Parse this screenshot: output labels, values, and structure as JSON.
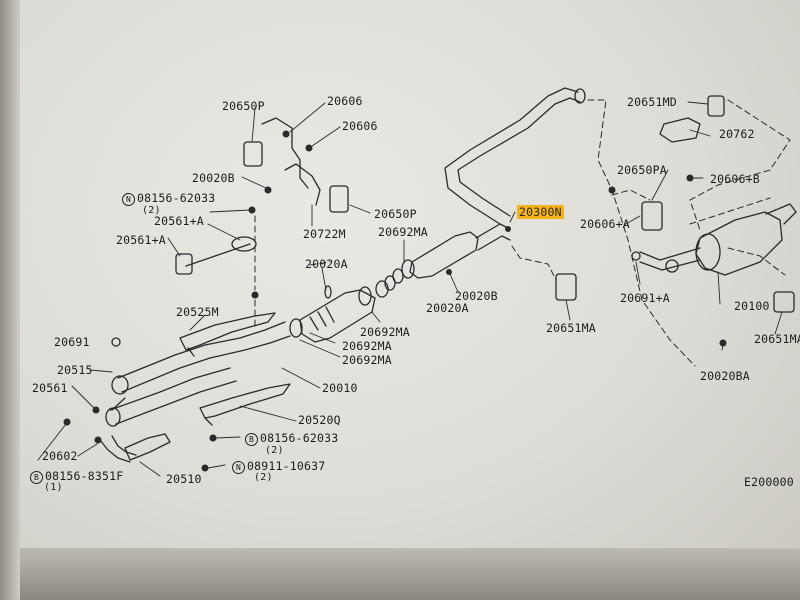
{
  "diagram_code": "E200000",
  "highlight_color": "#f5b21a",
  "labels": {
    "p20650P_top": "20650P",
    "p20606_a": "20606",
    "p20606_b": "20606",
    "p20020B_left": "20020B",
    "p08156_62033_a": "08156-62033",
    "p08156_62033_a_qty": "(2)",
    "p20561A_a": "20561+A",
    "p20561A_b": "20561+A",
    "p20722M": "20722M",
    "p20650P_mid": "20650P",
    "p20692MA_a": "20692MA",
    "p20300N": "20300N",
    "p20651MD": "20651MD",
    "p20762": "20762",
    "p20650PA": "20650PA",
    "p20606B": "20606+B",
    "p20606A": "20606+A",
    "p20020A_a": "20020A",
    "p20020B_mid": "20020B",
    "p20020A_b": "20020A",
    "p20651MA_a": "20651MA",
    "p20525M": "20525M",
    "p20692MA_b": "20692MA",
    "p20692MA_c": "20692MA",
    "p20692MA_d": "20692MA",
    "p20691A": "20691+A",
    "p20100": "20100",
    "p20651MA_b": "20651MA",
    "p20691": "20691",
    "p20515": "20515",
    "p20561": "20561",
    "p20010": "20010",
    "p20520Q": "20520Q",
    "p08156_62033_b": "08156-62033",
    "p08156_62033_b_qty": "(2)",
    "p20602": "20602",
    "p08156_8351F": "08156-8351F",
    "p08156_8351F_qty": "(1)",
    "p20510": "20510",
    "p08911_10637": "08911-10637",
    "p08911_10637_qty": "(2)",
    "p20020BA": "20020BA"
  },
  "symbols": {
    "n": "N",
    "b": "B"
  }
}
